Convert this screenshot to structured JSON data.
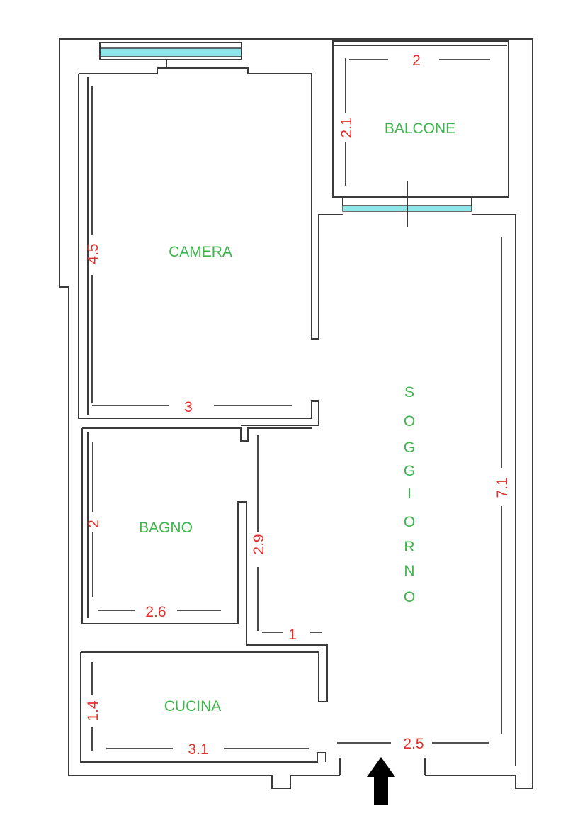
{
  "rooms": {
    "camera": "CAMERA",
    "balcone": "BALCONE",
    "bagno": "BAGNO",
    "cucina": "CUCINA",
    "soggiorno_letters": [
      "S",
      "O",
      "G",
      "G",
      "I",
      "O",
      "R",
      "N",
      "O"
    ]
  },
  "dimensions": {
    "balcone_width": "2",
    "balcone_depth": "2.1",
    "camera_length": "4.5",
    "camera_width": "3",
    "soggiorno_length": "7.1",
    "soggiorno_width": "2.5",
    "corridor_length": "2.9",
    "corridor_width": "1",
    "bagno_depth": "2",
    "bagno_width": "2.6",
    "cucina_depth": "1.4",
    "cucina_width": "3.1"
  },
  "colors": {
    "room_label": "#3cb64a",
    "dimension_label": "#e0302c",
    "window_glass": "#8ee6ea",
    "entrance_arrow": "#000000"
  },
  "icons": {
    "entrance": "entrance-arrow-icon"
  }
}
